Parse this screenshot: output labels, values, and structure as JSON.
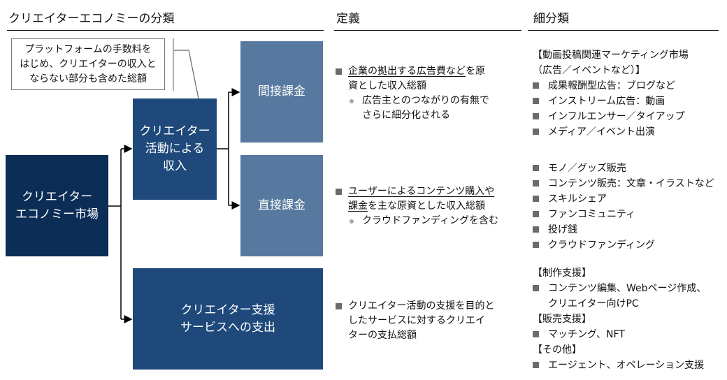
{
  "headers": {
    "classification": "クリエイターエコノミーの分類",
    "definition": "定義",
    "subclassification": "細分類"
  },
  "colors": {
    "navy": "#0b2d56",
    "mid_blue": "#1e497a",
    "light_blue": "#57799f",
    "bullet_square": "#6b6b6b",
    "bullet_dot": "#a8a8a8"
  },
  "callout": {
    "text": "プラットフォームの手数料を\nはじめ、クリエイターの収入と\nならない部分も含めた総額"
  },
  "boxes": {
    "market": "クリエイター\nエコノミー市場",
    "activity_income": "クリエイター\n活動による\n収入",
    "indirect": "間接課金",
    "direct": "直接課金",
    "support_spending": "クリエイター支援\nサービスへの支出"
  },
  "definitions": {
    "indirect": {
      "main_underlined": "企業の拠出する広告費など",
      "main_rest_line1": "を原",
      "main_line2": "資とした収入総額",
      "sub": "広告主とのつながりの有無で\nさらに細分化される"
    },
    "direct": {
      "main_underlined_1": "ユーザーによるコンテンツ購入や",
      "main_underlined_2": "課金",
      "main_rest": "を主な原資とした収入総額",
      "sub": "クラウドファンディングを含む"
    },
    "support": {
      "main": "クリエイター活動の支援を目的と\nしたサービスに対するクリエイ\nターの支払総額"
    }
  },
  "subclassification": {
    "indirect": {
      "heading": "【動画投稿関連マーケティング市場\n（広告／イベントなど）】",
      "items": [
        "成果報酬型広告：ブログなど",
        "インストリーム広告：動画",
        "インフルエンサー／タイアップ",
        "メディア／イベント出演"
      ]
    },
    "direct": {
      "items": [
        "モノ／グッズ販売",
        "コンテンツ販売：文章・イラストなど",
        "スキルシェア",
        "ファンコミュニティ",
        "投げ銭",
        "クラウドファンディング"
      ]
    },
    "support": {
      "groups": [
        {
          "heading": "【制作支援】",
          "items": [
            "コンテンツ編集、Webページ作成、\nクリエイター向けPC"
          ]
        },
        {
          "heading": "【販売支援】",
          "items": [
            "マッチング、NFT"
          ]
        },
        {
          "heading": "【その他】",
          "items": [
            "エージェント、オペレーション支援"
          ]
        }
      ]
    }
  }
}
